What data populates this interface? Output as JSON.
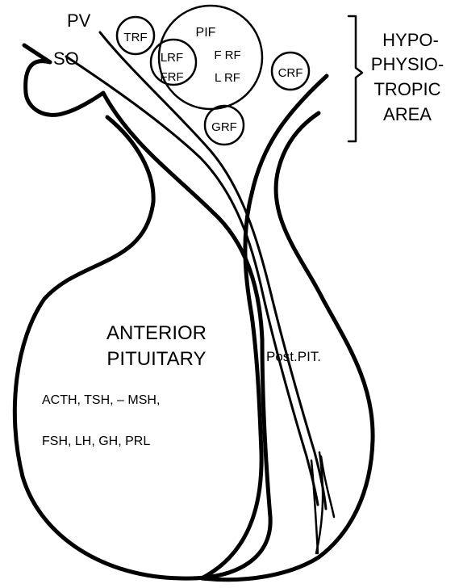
{
  "nuclei": {
    "pv": "PV",
    "so": "SO"
  },
  "factors": {
    "trf": "TRF",
    "lrf": "LRF",
    "frf": "FRF",
    "pif": "PIF",
    "frf2": "F RF",
    "lrf2": "L RF",
    "crf": "CRF",
    "grf": "GRF"
  },
  "hypophysiotropic_area": [
    "HYPO-",
    "PHYSIO-",
    "TROPIC",
    "AREA"
  ],
  "anterior_pituitary": {
    "title_lines": [
      "ANTERIOR",
      "PITUITARY"
    ],
    "hormones_line1": "ACTH,  TSH, – MSH,",
    "hormones_line2": "FSH,  LH,  GH,  PRL"
  },
  "posterior_pituitary": {
    "label": "Post.PIT."
  },
  "colors": {
    "ink": "#000000",
    "background": "#ffffff"
  }
}
